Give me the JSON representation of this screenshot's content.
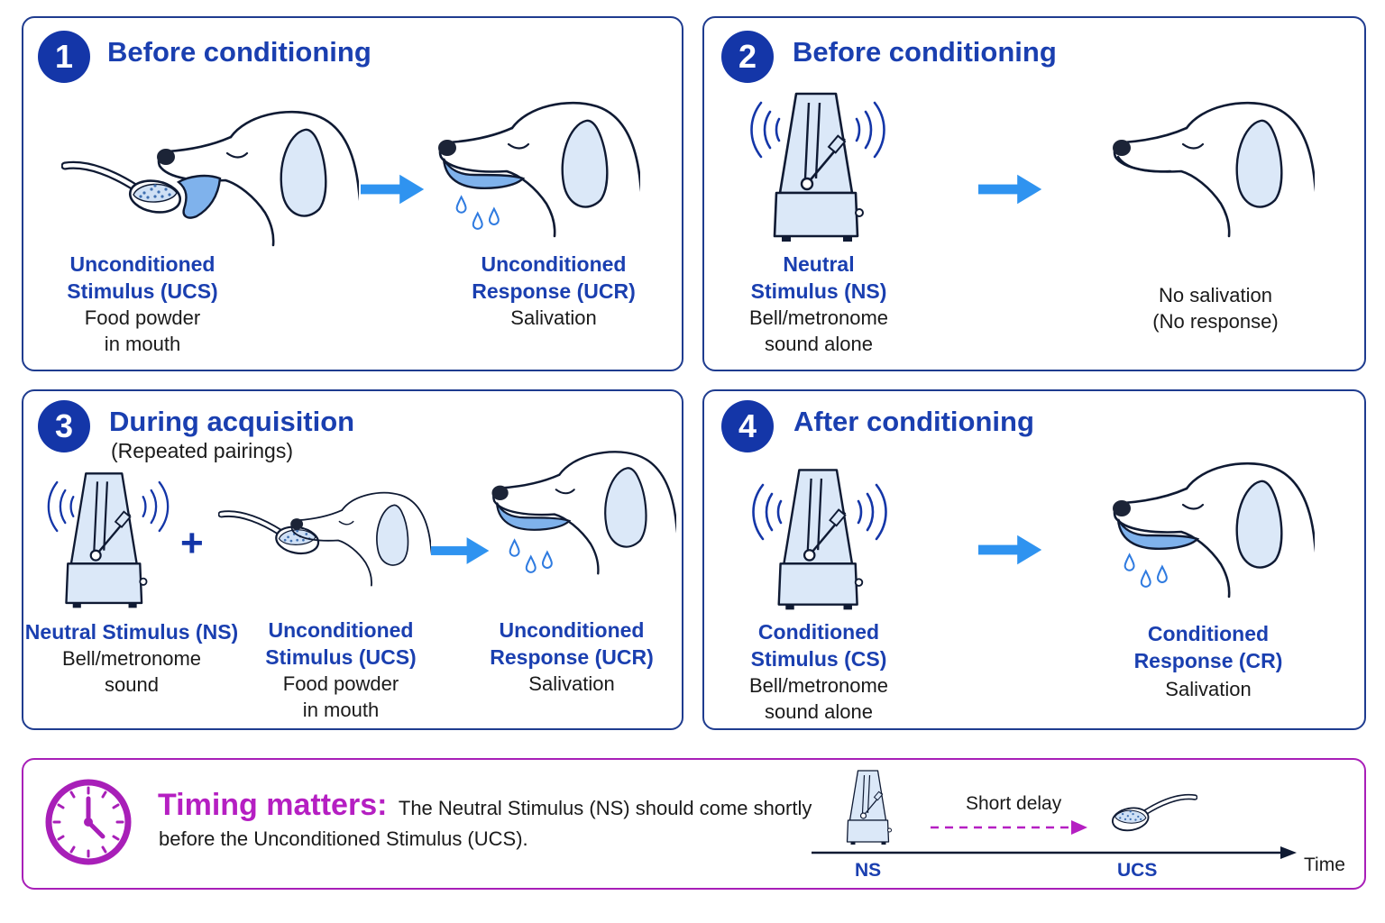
{
  "colors": {
    "panel_border": "#1f3c8f",
    "badge": "#1436a8",
    "title": "#1a3fb0",
    "arrow": "#2f93f0",
    "saliva": "#2f7be0",
    "timing_accent": "#b51fc2"
  },
  "panels": [
    {
      "number": "1",
      "title": "Before conditioning",
      "left": {
        "term_lines": [
          "Unconditioned",
          "Stimulus (UCS)"
        ],
        "desc_lines": [
          "Food powder",
          "in mouth"
        ]
      },
      "right": {
        "term_lines": [
          "Unconditioned",
          "Response (UCR)"
        ],
        "desc_lines": [
          "Salivation"
        ]
      }
    },
    {
      "number": "2",
      "title": "Before conditioning",
      "left": {
        "term_lines": [
          "Neutral",
          "Stimulus (NS)"
        ],
        "desc_lines": [
          "Bell/metronome",
          "sound alone"
        ]
      },
      "right": {
        "desc_lines": [
          "No salivation",
          "(No response)"
        ]
      }
    },
    {
      "number": "3",
      "title": "During acquisition",
      "subtitle": "(Repeated pairings)",
      "left": {
        "term_lines": [
          "Neutral Stimulus (NS)"
        ],
        "desc_lines": [
          "Bell/metronome",
          "sound"
        ]
      },
      "middle": {
        "term_lines": [
          "Unconditioned",
          "Stimulus (UCS)"
        ],
        "desc_lines": [
          "Food powder",
          "in mouth"
        ]
      },
      "right": {
        "term_lines": [
          "Unconditioned",
          "Response (UCR)"
        ],
        "desc_lines": [
          "Salivation"
        ]
      },
      "plus": "+"
    },
    {
      "number": "4",
      "title": "After conditioning",
      "left": {
        "term_lines": [
          "Conditioned",
          "Stimulus (CS)"
        ],
        "desc_lines": [
          "Bell/metronome",
          "sound alone"
        ]
      },
      "right": {
        "term_lines": [
          "Conditioned",
          "Response (CR)"
        ],
        "desc_lines": [
          "Salivation"
        ]
      }
    }
  ],
  "timing": {
    "heading": "Timing matters:",
    "line1": "The Neutral Stimulus (NS) should come shortly",
    "line2": "before the Unconditioned Stimulus (UCS).",
    "delay_label": "Short delay",
    "ns_label": "NS",
    "ucs_label": "UCS",
    "axis_label": "Time"
  }
}
